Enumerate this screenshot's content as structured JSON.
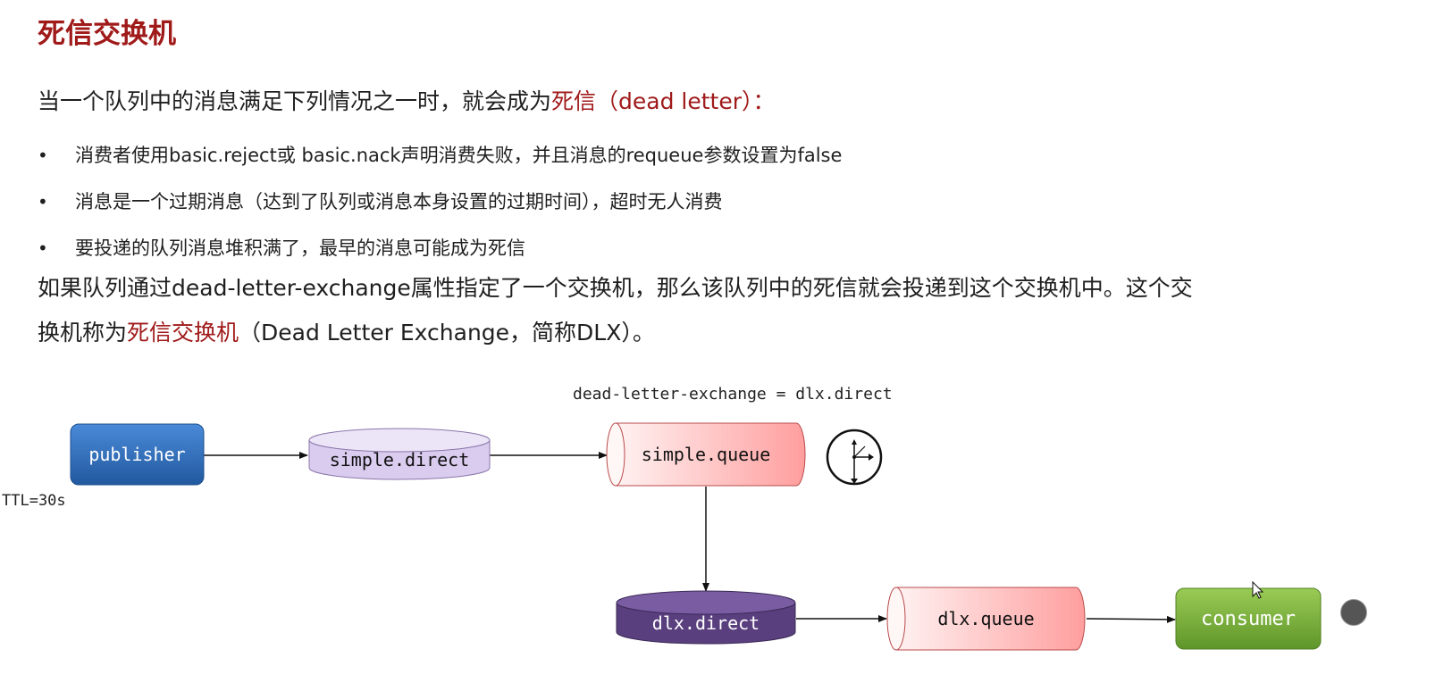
{
  "title": "死信交换机",
  "intro": {
    "prefix": "当一个队列中的消息满足下列情况之一时，就会成为",
    "highlight": "死信（dead letter）：",
    "suffix": ""
  },
  "bullets": [
    "消费者使用basic.reject或 basic.nack声明消费失败，并且消息的requeue参数设置为false",
    "消息是一个过期消息（达到了队列或消息本身设置的过期时间），超时无人消费",
    "要投递的队列消息堆积满了，最早的消息可能成为死信"
  ],
  "bullet_symbol": "•",
  "dlx_paragraph": {
    "line1": "如果队列通过dead-letter-exchange属性指定了一个交换机，那么该队列中的死信就会投递到这个交换机中。这个交",
    "line2_prefix": "换机称为",
    "line2_highlight": "死信交换机",
    "line2_suffix": "（Dead Letter Exchange，简称DLX）。"
  },
  "diagram": {
    "dlx_config_label": "dead-letter-exchange = dlx.direct",
    "ttl_label": "TTL=30s",
    "publisher": "publisher",
    "simple_direct": "simple.direct",
    "simple_queue": "simple.queue",
    "dlx_direct": "dlx.direct",
    "dlx_queue": "dlx.queue",
    "consumer": "consumer",
    "colors": {
      "publisher": "#2f6fbf",
      "simple_direct": "#ddd0f0",
      "queue": "#ffc7c7",
      "dlx_direct": "#5a3f7e",
      "consumer": "#7fb53a",
      "accent_red": "#a01a1a"
    },
    "icons": [
      "timer-icon",
      "mouse-cursor-icon"
    ]
  }
}
